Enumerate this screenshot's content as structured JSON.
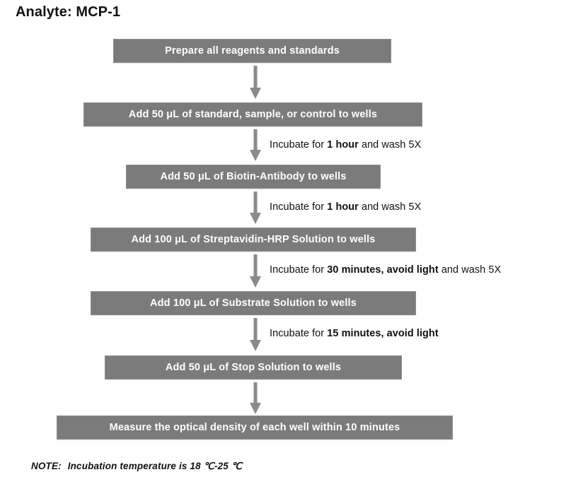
{
  "title": "Analyte: MCP-1",
  "colors": {
    "box_fill": "#7b7b7b",
    "box_text": "#ffffff",
    "arrow": "#8a8a8a",
    "page_text": "#111111",
    "background": "#ffffff"
  },
  "flow": {
    "steps": [
      {
        "id": "prepare-reagents",
        "label": "Prepare all reagents and standards"
      },
      {
        "id": "add-standard",
        "label": "Add 50 μL of standard, sample, or control to wells"
      },
      {
        "id": "add-biotin",
        "label": "Add 50 μL of Biotin-Antibody to wells"
      },
      {
        "id": "add-streptavidin",
        "label": "Add 100 μL of Streptavidin-HRP Solution to wells"
      },
      {
        "id": "add-substrate",
        "label": "Add 100 μL of Substrate Solution to wells"
      },
      {
        "id": "add-stop",
        "label": "Add 50 μL of Stop Solution to wells"
      },
      {
        "id": "measure-od",
        "label": "Measure the optical density of each well within 10 minutes"
      }
    ],
    "connectors": [
      {
        "id": "connector-1",
        "label": "",
        "emphasis": "",
        "tail": ""
      },
      {
        "id": "connector-2",
        "label": "Incubate for ",
        "emphasis": "1 hour",
        "tail": " and wash 5X"
      },
      {
        "id": "connector-3",
        "label": "Incubate for ",
        "emphasis": "1 hour",
        "tail": " and wash 5X"
      },
      {
        "id": "connector-4",
        "label": "Incubate for ",
        "emphasis": "30 minutes, avoid light",
        "tail": " and wash 5X"
      },
      {
        "id": "connector-5",
        "label": "Incubate for ",
        "emphasis": "15 minutes, avoid light",
        "tail": ""
      },
      {
        "id": "connector-6",
        "label": "",
        "emphasis": "",
        "tail": ""
      }
    ]
  },
  "note": {
    "label": "NOTE:",
    "text": "Incubation temperature is 18 ℃-25 ℃"
  }
}
